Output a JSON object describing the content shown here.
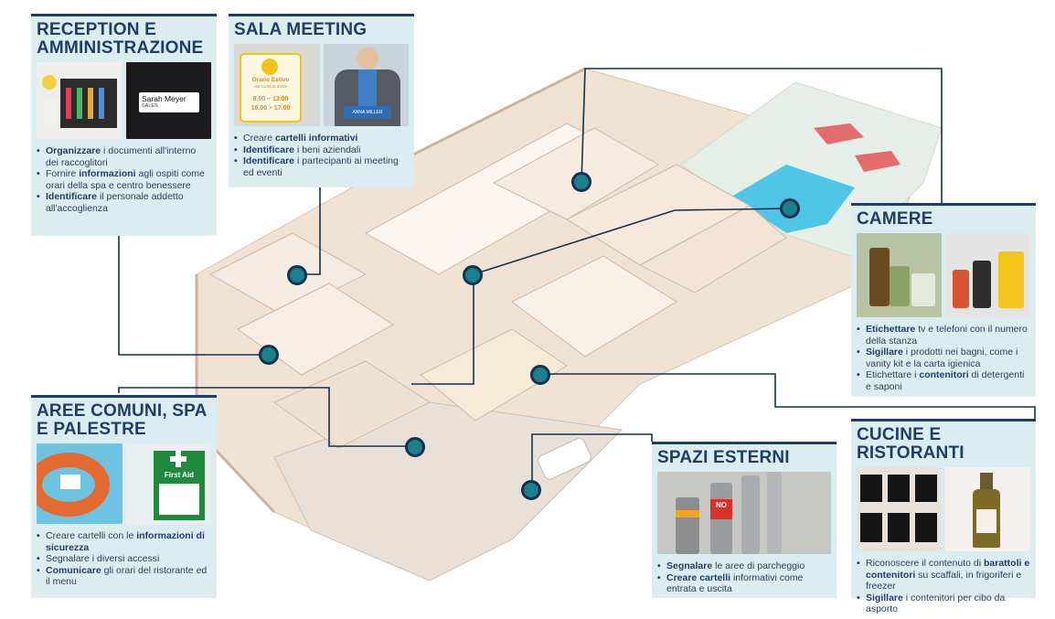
{
  "colors": {
    "accent": "#1c7f8c",
    "navy": "#1f3d68",
    "panel": "#dcedf2"
  },
  "panels": {
    "reception": {
      "title": "RECEPTION E AMMINISTRAZIONE",
      "photos": [
        "binders-photo",
        "name-badge-photo"
      ],
      "badge_name": "Sarah Meyer",
      "badge_sub": "SALES",
      "items": [
        {
          "b": "Organizzare",
          "t": " i documenti all'interno dei raccoglitori"
        },
        {
          "a": "Fornire ",
          "b": "informazioni",
          "t": " agli ospiti come orari della spa e centro benessere"
        },
        {
          "b": "Identificare",
          "t": " il personale addetto all'accoglienza"
        }
      ]
    },
    "meeting": {
      "title": "SALA MEETING",
      "sign_title": "Orario Estivo",
      "sign_sub": "dal 01/06 al 30/09",
      "sign_hours1": "9.00 – 13.00",
      "sign_hours2": "16.00 – 17.00",
      "name_tag": "ANNA MILLER",
      "items": [
        {
          "a": "Creare ",
          "b": "cartelli informativi",
          "t": ""
        },
        {
          "b": "Identificare",
          "t": " i beni aziendali"
        },
        {
          "b": "Identificare",
          "t": " i partecipanti ai meeting ed eventi"
        }
      ]
    },
    "camere": {
      "title": "CAMERE",
      "items": [
        {
          "b": "Etichettare",
          "t": " tv e telefoni con il numero della stanza"
        },
        {
          "b": "Sigillare",
          "t": " i prodotti nei bagni, come i vanity kit e la carta igienica"
        },
        {
          "a": "Etichettare i ",
          "b": "contenitori",
          "t": " di detergenti e saponi"
        }
      ]
    },
    "aree": {
      "title": "AREE COMUNI, SPA E PALESTRE",
      "firstaid": "First Aid",
      "items": [
        {
          "a": "Creare cartelli con le ",
          "b": "informazioni di sicurezza",
          "t": ""
        },
        {
          "a": "Segnalare i diversi accessi",
          "b": "",
          "t": ""
        },
        {
          "b": "Comunicare",
          "t": " gli orari del ristorante ed il menu"
        }
      ]
    },
    "spazi": {
      "title": "SPAZI ESTERNI",
      "no_label": "NO",
      "items": [
        {
          "b": "Segnalare",
          "t": " le aree di parcheggio"
        },
        {
          "b": "Creare cartelli",
          "t": " informativi come entrata e uscita"
        }
      ]
    },
    "cucine": {
      "title": "CUCINE E RISTORANTI",
      "items": [
        {
          "a": "Riconoscere il contenuto di ",
          "b": "barattoli e contenitori",
          "t": " su scaffali, in frigoriferi e freezer"
        },
        {
          "b": "Sigillare",
          "t": " i contenitori per cibo da asporto"
        }
      ]
    }
  }
}
